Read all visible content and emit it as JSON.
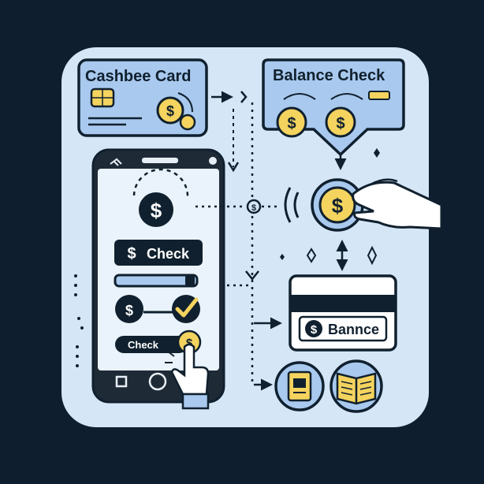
{
  "cashbee_card": {
    "title": "Cashbee Card",
    "icon": "coin-icon"
  },
  "balance_check": {
    "title": "Balance Check",
    "icon": "coin-icon"
  },
  "phone": {
    "coin_symbol": "$",
    "check_button_label": "Check",
    "check_pill_label": "Check",
    "icons": [
      "coin-icon",
      "checkmark-icon",
      "tap-hand-icon"
    ]
  },
  "balance_card": {
    "label": "Bannce",
    "coin_symbol": "$"
  },
  "bottom_icons": [
    "sim-card-icon",
    "open-book-icon"
  ],
  "colors": {
    "background": "#0f1e2e",
    "panel": "#d5e6f7",
    "card_blue": "#a9c9ee",
    "coin_gold": "#f4d35e",
    "ink": "#10202e"
  }
}
